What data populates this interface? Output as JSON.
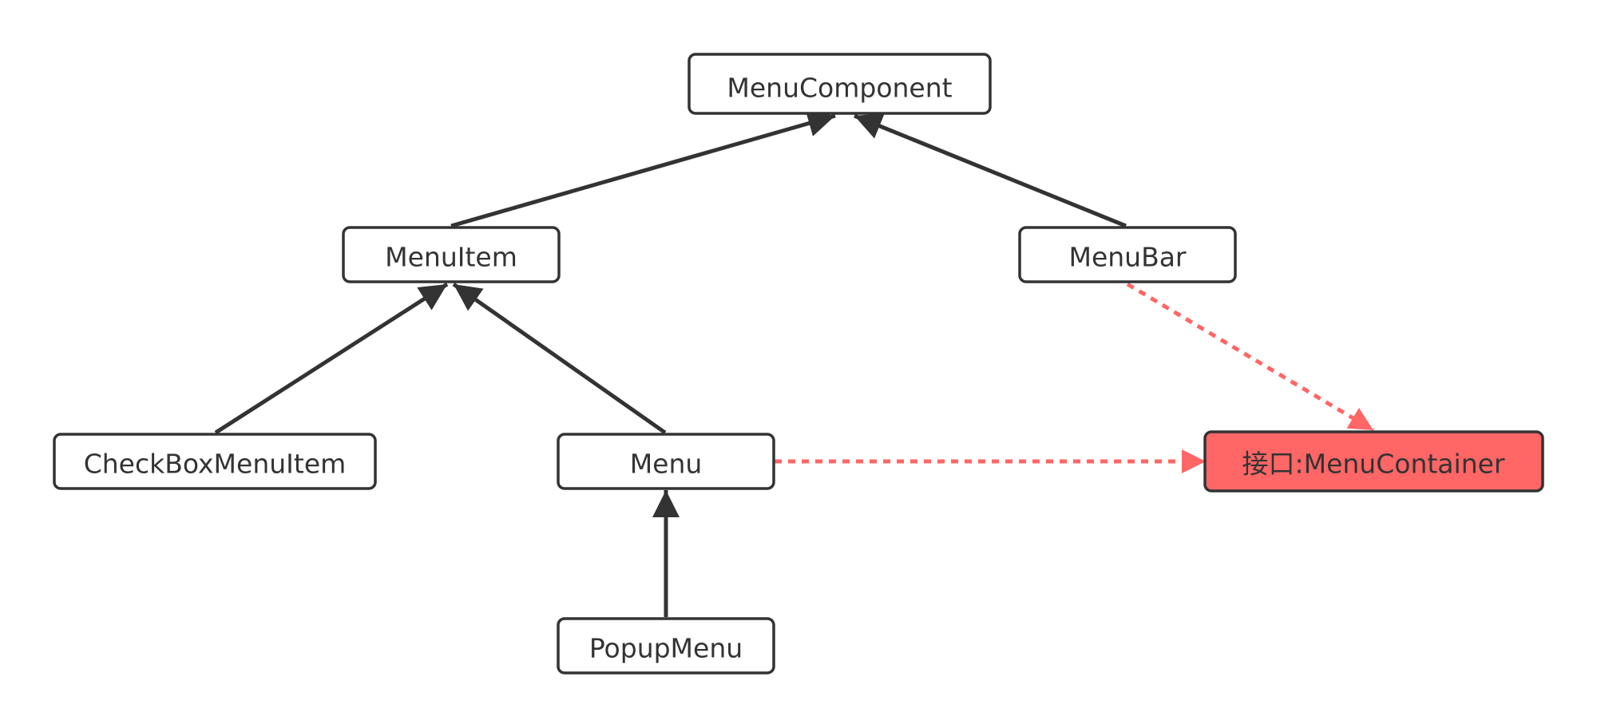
{
  "diagram": {
    "colors": {
      "stroke": "#333333",
      "text": "#333333",
      "box_fill": "#ffffff",
      "highlight_fill": "#ff6666",
      "dashed_edge": "#ff6666"
    },
    "nodes": [
      {
        "id": "menu-component",
        "label": "MenuComponent",
        "highlight": false
      },
      {
        "id": "menu-item",
        "label": "MenuItem",
        "highlight": false
      },
      {
        "id": "menu-bar",
        "label": "MenuBar",
        "highlight": false
      },
      {
        "id": "checkbox-menu-item",
        "label": "CheckBoxMenuItem",
        "highlight": false
      },
      {
        "id": "menu",
        "label": "Menu",
        "highlight": false
      },
      {
        "id": "popup-menu",
        "label": "PopupMenu",
        "highlight": false
      },
      {
        "id": "menu-container",
        "label": "接口:MenuContainer",
        "highlight": true
      }
    ],
    "edges": [
      {
        "from": "menu-item",
        "to": "menu-component",
        "style": "solid",
        "arrow": "filled-triangle"
      },
      {
        "from": "menu-bar",
        "to": "menu-component",
        "style": "solid",
        "arrow": "filled-triangle"
      },
      {
        "from": "checkbox-menu-item",
        "to": "menu-item",
        "style": "solid",
        "arrow": "filled-triangle"
      },
      {
        "from": "menu",
        "to": "menu-item",
        "style": "solid",
        "arrow": "filled-triangle"
      },
      {
        "from": "popup-menu",
        "to": "menu",
        "style": "solid",
        "arrow": "filled-triangle"
      },
      {
        "from": "menu-bar",
        "to": "menu-container",
        "style": "dashed",
        "arrow": "filled-triangle"
      },
      {
        "from": "menu",
        "to": "menu-container",
        "style": "dashed",
        "arrow": "filled-triangle"
      }
    ]
  }
}
